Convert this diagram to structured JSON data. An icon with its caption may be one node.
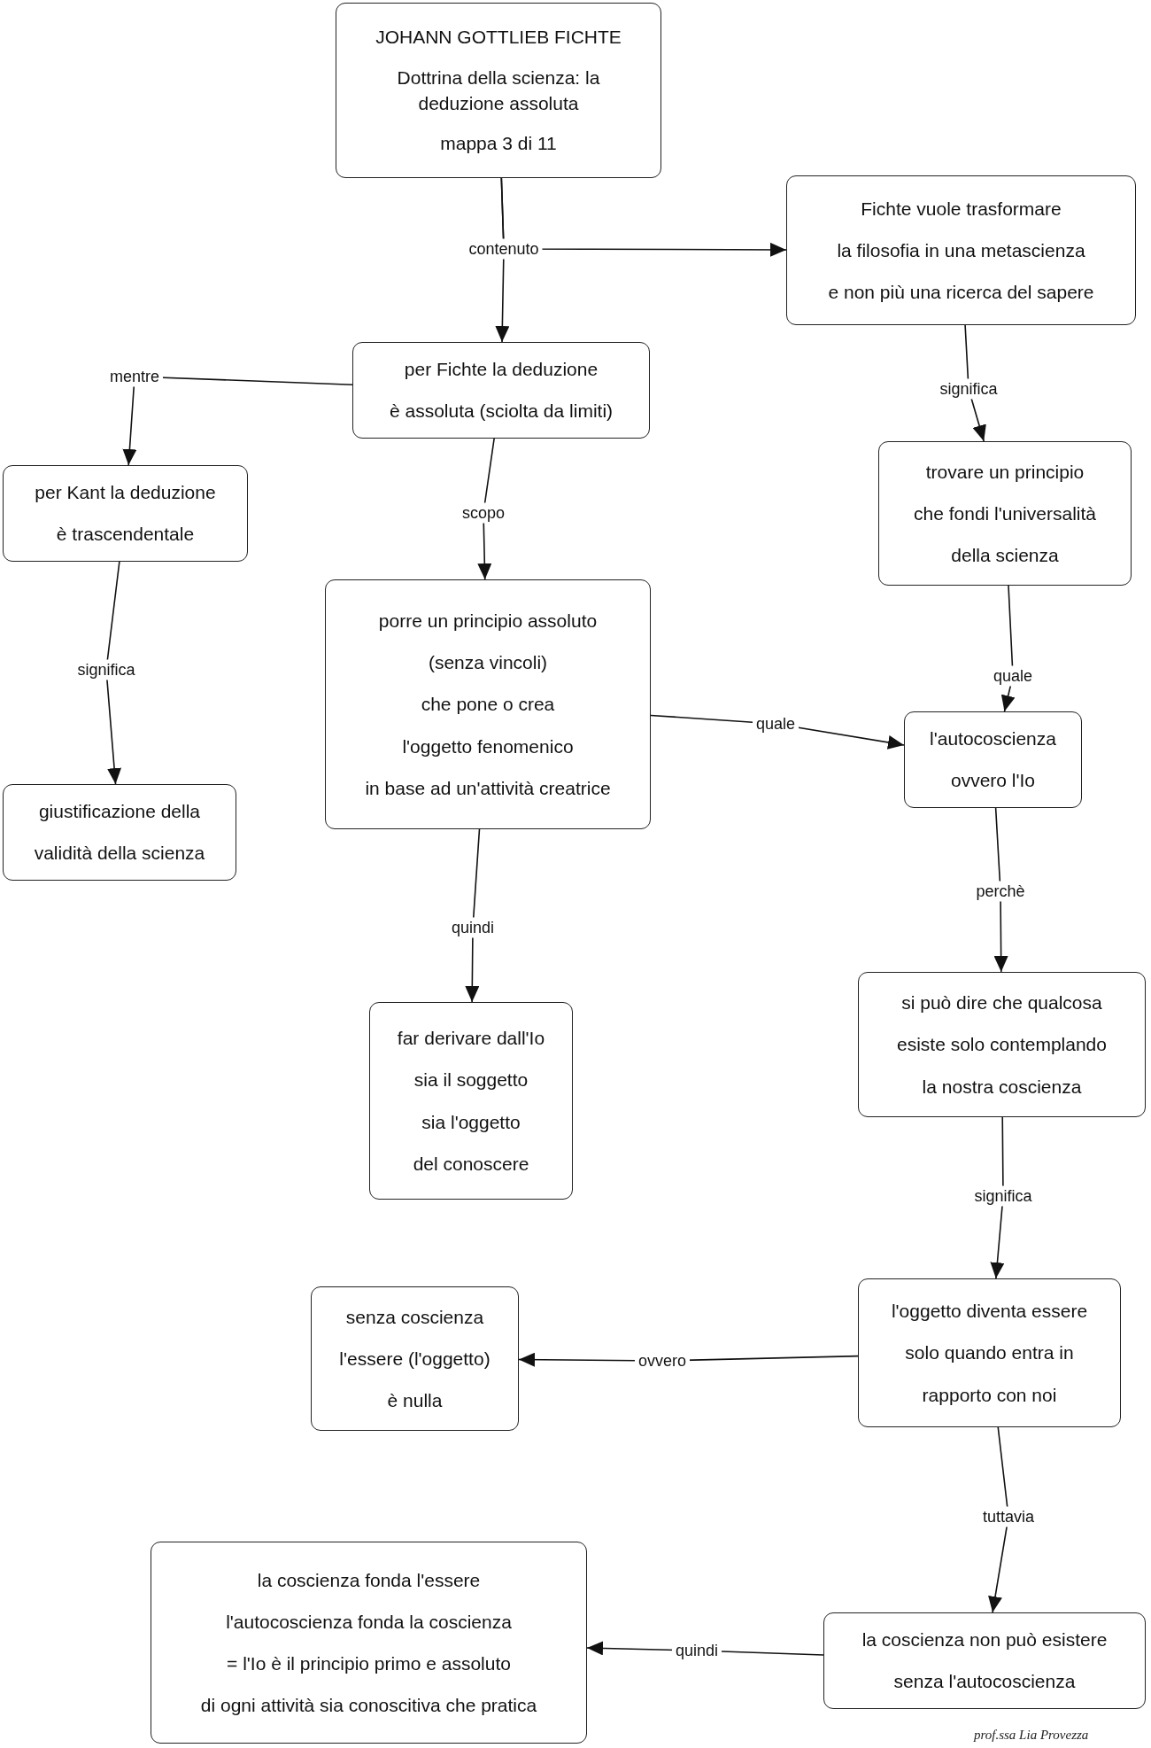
{
  "diagram": {
    "nodes": [
      {
        "text": [
          "JOHANN GOTTLIEB FICHTE",
          "Dottrina della scienza: la deduzione assoluta",
          "mappa 3 di 11"
        ]
      },
      {
        "text": [
          "Fichte vuole trasformare",
          "la filosofia in una metascienza",
          "e non più una ricerca del sapere"
        ]
      },
      {
        "text": [
          "per Fichte la deduzione",
          "è assoluta (sciolta da limiti)"
        ]
      },
      {
        "text": [
          "per Kant la deduzione",
          "è trascendentale"
        ]
      },
      {
        "text": [
          "trovare un principio",
          "che fondi l'universalità",
          "della scienza"
        ]
      },
      {
        "text": [
          "porre un principio  assoluto",
          "(senza vincoli)",
          "che pone o crea",
          "l'oggetto fenomenico",
          "in base ad un'attività creatrice"
        ]
      },
      {
        "text": [
          "giustificazione della",
          "validità della scienza"
        ]
      },
      {
        "text": [
          "l'autocoscienza",
          "ovvero l'Io"
        ]
      },
      {
        "text": [
          "far derivare dall'Io",
          "sia il soggetto",
          "sia l'oggetto",
          "del conoscere"
        ]
      },
      {
        "text": [
          "si può dire che qualcosa",
          "esiste solo contemplando",
          "la nostra coscienza"
        ]
      },
      {
        "text": [
          "senza coscienza",
          "l'essere (l'oggetto)",
          "è nulla"
        ]
      },
      {
        "text": [
          "l'oggetto diventa essere",
          "solo quando entra in",
          "rapporto con noi"
        ]
      },
      {
        "text": [
          "la coscienza fonda l'essere",
          "l'autocoscienza fonda la coscienza",
          "= l'Io è il principio primo e assoluto",
          "di ogni attività sia conoscitiva che pratica"
        ]
      },
      {
        "text": [
          "la coscienza non può esistere",
          "senza l'autocoscienza"
        ]
      }
    ],
    "edges": [
      {
        "from": 0,
        "to": 2,
        "label": "contenuto",
        "arrow": "to"
      },
      {
        "from": 0,
        "to": 1,
        "arrow": "to"
      },
      {
        "from": 2,
        "to": 3,
        "label": "mentre",
        "arrow": "to"
      },
      {
        "from": 3,
        "to": 6,
        "label": "significa",
        "arrow": "to"
      },
      {
        "from": 2,
        "to": 5,
        "label": "scopo",
        "arrow": "to"
      },
      {
        "from": 1,
        "to": 4,
        "label": "significa",
        "arrow": "to"
      },
      {
        "from": 4,
        "to": 7,
        "label": "quale",
        "arrow": "to"
      },
      {
        "from": 5,
        "to": 7,
        "label": "quale",
        "arrow": "to"
      },
      {
        "from": 5,
        "to": 8,
        "label": "quindi",
        "arrow": "to"
      },
      {
        "from": 7,
        "to": 9,
        "label": "perchè",
        "arrow": "to"
      },
      {
        "from": 9,
        "to": 11,
        "label": "significa",
        "arrow": "to"
      },
      {
        "from": 11,
        "to": 10,
        "label": "ovvero",
        "arrow": "to"
      },
      {
        "from": 11,
        "to": 13,
        "label": "tuttavia",
        "arrow": "to"
      },
      {
        "from": 13,
        "to": 12,
        "label": "quindi",
        "arrow": "to"
      }
    ],
    "labels": [
      "prof.ssa Lia Provezza"
    ]
  }
}
